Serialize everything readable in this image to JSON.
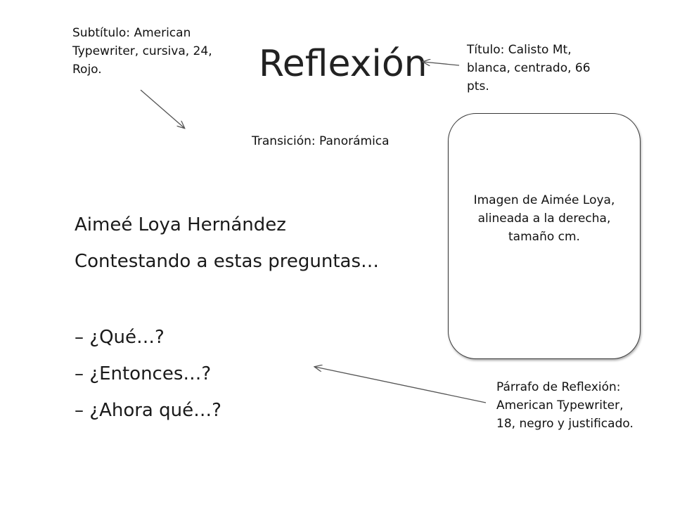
{
  "slide": {
    "title": "Reflexión",
    "subtitle_note": "Subtítulo: American Typewriter, cursiva, 24, Rojo.",
    "title_note": "Título: Calisto Mt, blanca, centrado, 66 pts.",
    "transition_note": "Transición: Panorámica",
    "image_caption": "Imagen de Aimée Loya, alineada a la derecha, tamaño cm.",
    "body": {
      "author": "Aimeé Loya Hernández",
      "intro": "Contestando a estas preguntas…",
      "questions": [
        "– ¿Qué…?",
        "– ¿Entonces…?",
        "– ¿Ahora qué…?"
      ]
    },
    "paragraph_note": "Párrafo de Reflexión: American Typewriter, 18, negro y justificado."
  }
}
